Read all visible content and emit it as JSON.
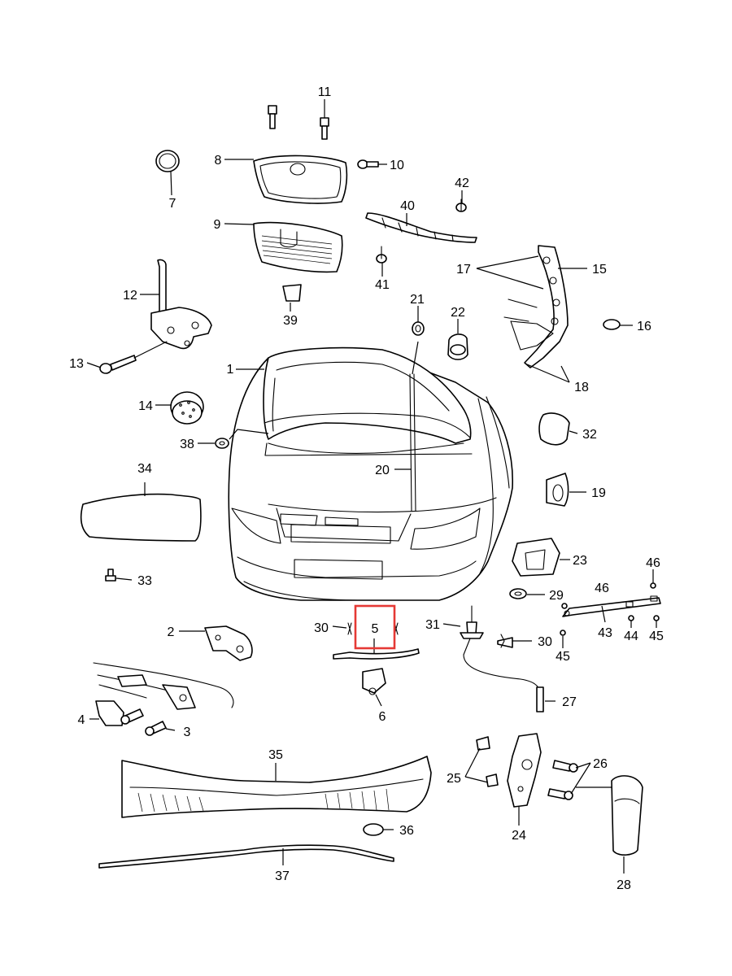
{
  "callouts": {
    "c1": "1",
    "c2": "2",
    "c3": "3",
    "c4": "4",
    "c5": "5",
    "c6": "6",
    "c7": "7",
    "c8": "8",
    "c9": "9",
    "c10": "10",
    "c11": "11",
    "c12": "12",
    "c13": "13",
    "c14": "14",
    "c15": "15",
    "c16": "16",
    "c17": "17",
    "c18": "18",
    "c19": "19",
    "c20": "20",
    "c21": "21",
    "c22": "22",
    "c23": "23",
    "c24": "24",
    "c25": "25",
    "c26": "26",
    "c27": "27",
    "c28": "28",
    "c29": "29",
    "c30a": "30",
    "c30b": "30",
    "c31": "31",
    "c32": "32",
    "c33": "33",
    "c34": "34",
    "c35": "35",
    "c36": "36",
    "c37": "37",
    "c38": "38",
    "c39": "39",
    "c40": "40",
    "c41": "41",
    "c42": "42",
    "c43": "43",
    "c44": "44",
    "c45a": "45",
    "c45b": "45",
    "c46a": "46",
    "c46b": "46"
  },
  "highlight": {
    "callout": "5",
    "color": "#e53935"
  }
}
